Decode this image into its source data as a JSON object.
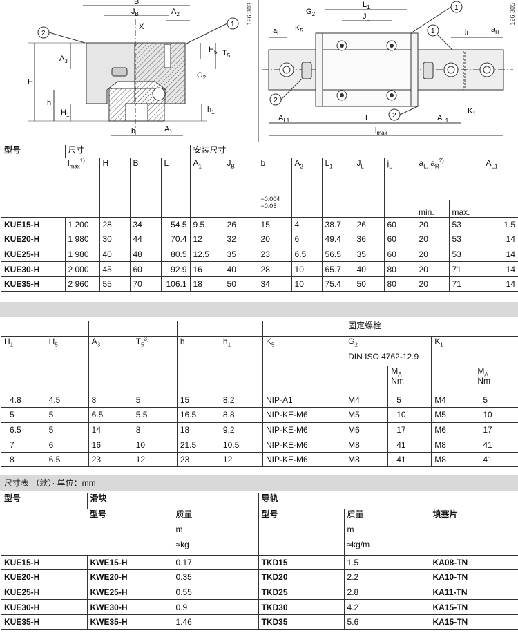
{
  "drawings": {
    "left_code": "126 303",
    "right_code": "126 305",
    "left_labels": {
      "B": "B",
      "JB": "J",
      "JB_sub": "B",
      "A2": "A",
      "A2_sub": "2",
      "X": "X",
      "c2": "2",
      "c1": "1",
      "A3": "A",
      "A3_sub": "3",
      "H": "H",
      "H5": "H",
      "H5_sub": "5",
      "T5": "T",
      "T5_sub": "5",
      "G2": "G",
      "G2_sub": "2",
      "h": "h",
      "H1": "H",
      "H1_sub": "1",
      "h1": "h",
      "h1_sub": "1",
      "b": "b",
      "A1": "A",
      "A1_sub": "1"
    },
    "right_labels": {
      "G2": "G",
      "G2_sub": "2",
      "L1": "L",
      "L1_sub": "1",
      "c1a": "1",
      "JL": "J",
      "JL_sub": "L",
      "aL": "a",
      "aL_sub": "L",
      "K5": "K",
      "K5_sub": "5",
      "c1b": "1",
      "jL": "j",
      "jL_sub": "L",
      "aR": "a",
      "aR_sub": "R",
      "c2a": "2",
      "c2b": "2",
      "AL1": "A",
      "AL1_sub": "L1",
      "L": "L",
      "AL1b": "A",
      "AL1b_sub": "L1",
      "K1": "K",
      "K1_sub": "1",
      "lmax": "l",
      "lmax_sub": "max"
    }
  },
  "table1": {
    "h_model": "型号",
    "h_dims": "尺寸",
    "h_mount": "安装尺寸",
    "cols": [
      {
        "main": "l",
        "sub": "max",
        "sup": "1)"
      },
      {
        "main": "H",
        "sub": "",
        "sup": ""
      },
      {
        "main": "B",
        "sub": "",
        "sup": ""
      },
      {
        "main": "L",
        "sub": "",
        "sup": ""
      },
      {
        "main": "A",
        "sub": "1",
        "sup": ""
      },
      {
        "main": "J",
        "sub": "B",
        "sup": ""
      },
      {
        "main": "b",
        "sub": "",
        "sup": ""
      },
      {
        "main": "A",
        "sub": "2",
        "sup": ""
      },
      {
        "main": "L",
        "sub": "1",
        "sup": ""
      },
      {
        "main": "J",
        "sub": "L",
        "sup": ""
      },
      {
        "main": "j",
        "sub": "L",
        "sup": ""
      },
      {
        "main": "a",
        "sub": "L,",
        "sup": ""
      },
      {
        "main": "A",
        "sub": "L1",
        "sup": ""
      }
    ],
    "aR": "a",
    "aR_sub": "R",
    "aR_sup": "2)",
    "tol_top": "−0.004",
    "tol_bot": "−0.05",
    "min": "min.",
    "max": "max.",
    "rows": [
      [
        "KUE15-H",
        "1 200",
        "28",
        "34",
        "54.5",
        "9.5",
        "26",
        "15",
        "4",
        "38.7",
        "26",
        "60",
        "20",
        "53",
        "1.5"
      ],
      [
        "KUE20-H",
        "1 980",
        "30",
        "44",
        "70.4",
        "12",
        "32",
        "20",
        "6",
        "49.4",
        "36",
        "60",
        "20",
        "53",
        "14"
      ],
      [
        "KUE25-H",
        "1 980",
        "40",
        "48",
        "80.5",
        "12.5",
        "35",
        "23",
        "6.5",
        "56.5",
        "35",
        "60",
        "20",
        "53",
        "14"
      ],
      [
        "KUE30-H",
        "2 000",
        "45",
        "60",
        "92.9",
        "16",
        "40",
        "28",
        "10",
        "65.7",
        "40",
        "80",
        "20",
        "71",
        "14"
      ],
      [
        "KUE35-H",
        "2 960",
        "55",
        "70",
        "106.1",
        "18",
        "50",
        "34",
        "10",
        "75.4",
        "50",
        "80",
        "20",
        "71",
        "14"
      ]
    ]
  },
  "table2": {
    "h_bolts": "固定螺栓",
    "cols": [
      {
        "main": "H",
        "sub": "1",
        "sup": ""
      },
      {
        "main": "H",
        "sub": "5",
        "sup": ""
      },
      {
        "main": "A",
        "sub": "3",
        "sup": ""
      },
      {
        "main": "T",
        "sub": "5",
        "sup": "3)"
      },
      {
        "main": "h",
        "sub": "",
        "sup": ""
      },
      {
        "main": "h",
        "sub": "1",
        "sup": ""
      },
      {
        "main": "K",
        "sub": "5",
        "sup": ""
      }
    ],
    "g2": "G",
    "g2_sub": "2",
    "k1": "K",
    "k1_sub": "1",
    "din": "DIN ISO 4762-12.9",
    "ma": "M",
    "ma_sub": "A",
    "nm": "Nm",
    "rows": [
      [
        "4.8",
        "4.5",
        "8",
        "5",
        "15",
        "8.2",
        "NIP-A1",
        "M4",
        "5",
        "M4",
        "5"
      ],
      [
        "5",
        "5",
        "6.5",
        "5.5",
        "16.5",
        "8.8",
        "NIP-KE-M6",
        "M5",
        "10",
        "M5",
        "10"
      ],
      [
        "6.5",
        "5",
        "14",
        "8",
        "18",
        "9.2",
        "NIP-KE-M6",
        "M6",
        "17",
        "M6",
        "17"
      ],
      [
        "7",
        "6",
        "16",
        "10",
        "21.5",
        "10.5",
        "NIP-KE-M6",
        "M8",
        "41",
        "M8",
        "41"
      ],
      [
        "8",
        "6.5",
        "23",
        "12",
        "23",
        "12",
        "NIP-KE-M6",
        "M8",
        "41",
        "M8",
        "41"
      ]
    ]
  },
  "table3": {
    "caption": "尺寸表 （续）· 单位：mm",
    "h_model": "型号",
    "h_carriage": "滑块",
    "h_rail": "导轨",
    "h_type": "型号",
    "h_mass": "质量",
    "h_filler": "填塞片",
    "m": "m",
    "kg": "≈kg",
    "kgm": "≈kg/m",
    "rows": [
      [
        "KUE15-H",
        "KWE15-H",
        "0.17",
        "TKD15",
        "1.5",
        "KA08-TN"
      ],
      [
        "KUE20-H",
        "KWE20-H",
        "0.35",
        "TKD20",
        "2.2",
        "KA10-TN"
      ],
      [
        "KUE25-H",
        "KWE25-H",
        "0.55",
        "TKD25",
        "2.8",
        "KA11-TN"
      ],
      [
        "KUE30-H",
        "KWE30-H",
        "0.9",
        "TKD30",
        "4.2",
        "KA15-TN"
      ],
      [
        "KUE35-H",
        "KWE35-H",
        "1.46",
        "TKD35",
        "5.6",
        "KA15-TN"
      ]
    ]
  }
}
